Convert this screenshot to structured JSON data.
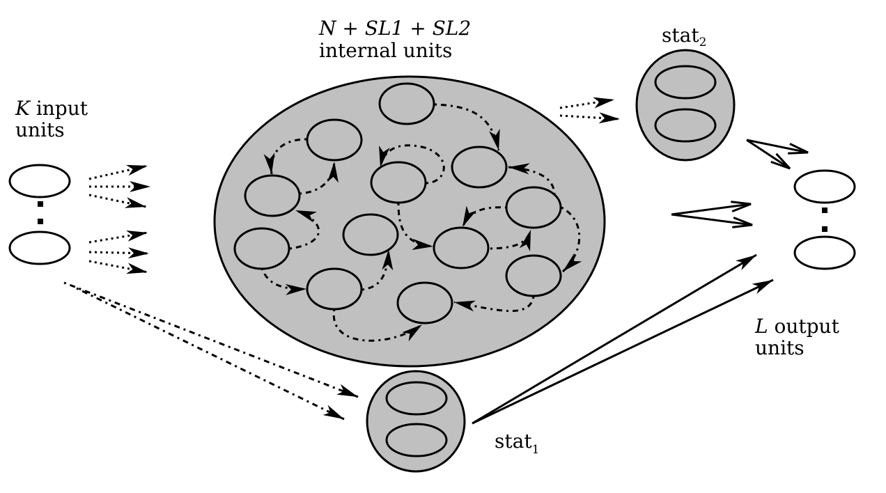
{
  "labels": {
    "internal_line1": "N + SL1 + SL2",
    "internal_line2": "internal units",
    "input_var": "K",
    "input_line1_rest": " input",
    "input_line2": "units",
    "output_var": "L",
    "output_line1_rest": " output",
    "output_line2": "units",
    "stat1_base": "stat",
    "stat1_sub": "1",
    "stat2_base": "stat",
    "stat2_sub": "2"
  },
  "colors": {
    "pool_fill": "#c0c0c0",
    "stroke": "#000000",
    "unit_fill": "#ffffff"
  }
}
